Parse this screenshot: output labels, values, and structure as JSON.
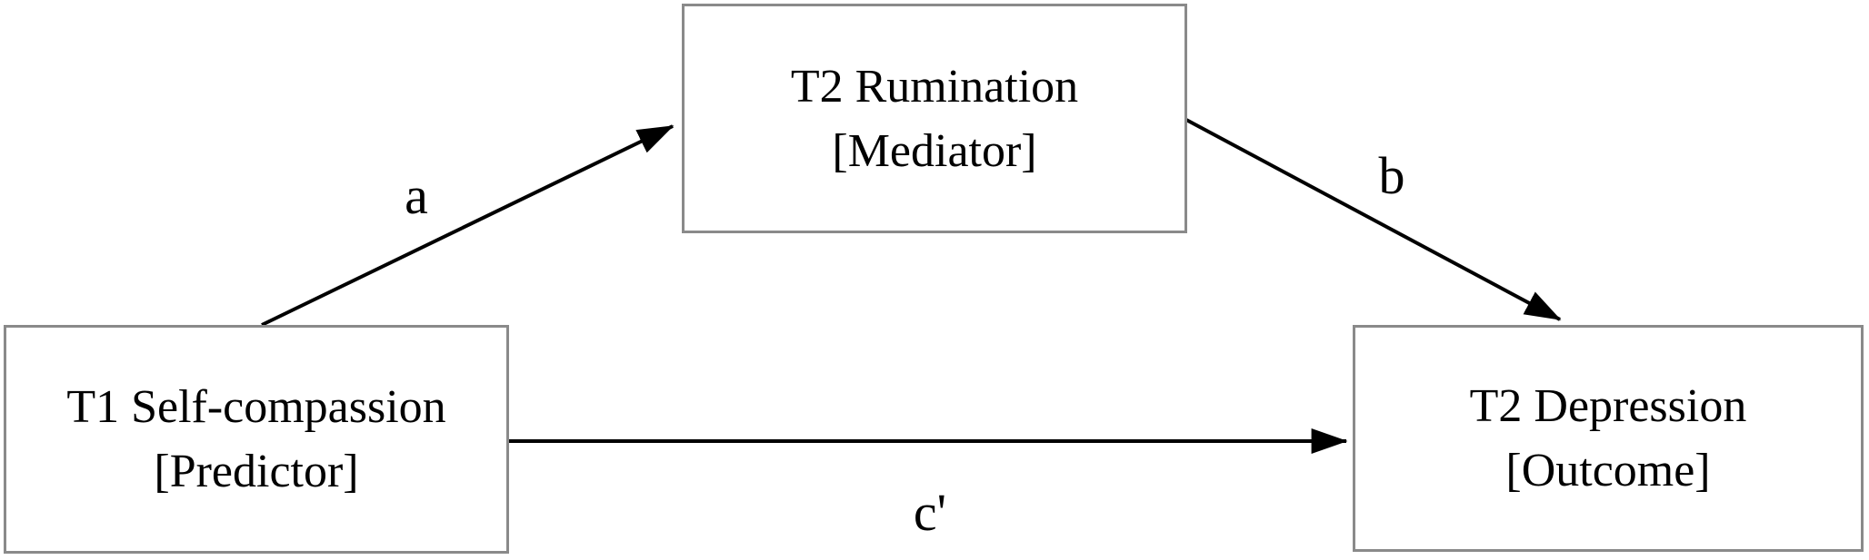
{
  "figure": {
    "type": "mediation-path-diagram",
    "nodes": {
      "predictor": {
        "title": "T1 Self-compassion",
        "role": "[Predictor]"
      },
      "mediator": {
        "title": "T2 Rumination",
        "role": "[Mediator]"
      },
      "outcome": {
        "title": "T2 Depression",
        "role": "[Outcome]"
      }
    },
    "paths": {
      "a": {
        "label": "a",
        "from": "T1 Self-compassion",
        "to": "T2 Rumination"
      },
      "b": {
        "label": "b",
        "from": "T2 Rumination",
        "to": "T2 Depression"
      },
      "c_prime": {
        "label": "c'",
        "from": "T1 Self-compassion",
        "to": "T2 Depression"
      }
    },
    "colors": {
      "background": "#ffffff",
      "box_border": "#8a8a8a",
      "arrow": "#000000",
      "text": "#000000"
    }
  }
}
